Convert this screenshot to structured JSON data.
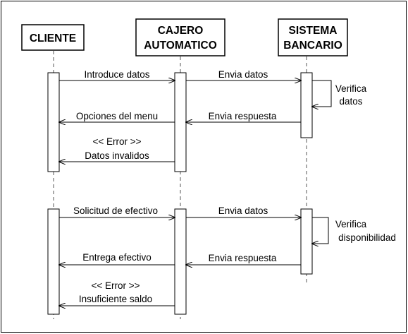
{
  "participants": {
    "cliente": {
      "lines": [
        "CLIENTE"
      ]
    },
    "cajero": {
      "lines": [
        "CAJERO",
        "AUTOMATICO"
      ]
    },
    "sistema": {
      "lines": [
        "SISTEMA",
        "BANCARIO"
      ]
    }
  },
  "messages": {
    "introduce_datos": "Introduce datos",
    "envia_datos_1": "Envia datos",
    "verifica_datos": [
      "Verifica",
      "datos"
    ],
    "opciones_menu": "Opciones del menu",
    "envia_respuesta_1": "Envia respuesta",
    "error_1": [
      "<< Error >>",
      "Datos invalidos"
    ],
    "solicitud_efectivo": "Solicitud de efectivo",
    "envia_datos_2": "Envia datos",
    "verifica_disponibilidad": [
      "Verifica",
      "disponibilidad"
    ],
    "entrega_efectivo": "Entrega efectivo",
    "envia_respuesta_2": "Envia respuesta",
    "error_2": [
      "<< Error >>",
      "Insuficiente saldo"
    ]
  }
}
